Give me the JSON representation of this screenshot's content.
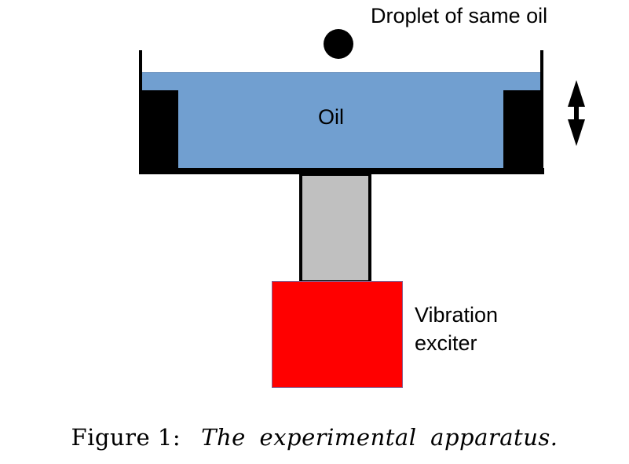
{
  "figure": {
    "labels": {
      "droplet": "Droplet of same oil",
      "oil": "Oil",
      "exciter_line1": "Vibration",
      "exciter_line2": "exciter"
    },
    "colors": {
      "oil": "#719fd0",
      "wall": "#000000",
      "post": "#c0c0c0",
      "exciter": "#ff0000",
      "droplet": "#000000"
    },
    "icons": {
      "vibration_arrow": "double-headed-vertical-arrow"
    }
  },
  "caption": {
    "number": "Figure 1:",
    "text": "The experimental apparatus."
  }
}
